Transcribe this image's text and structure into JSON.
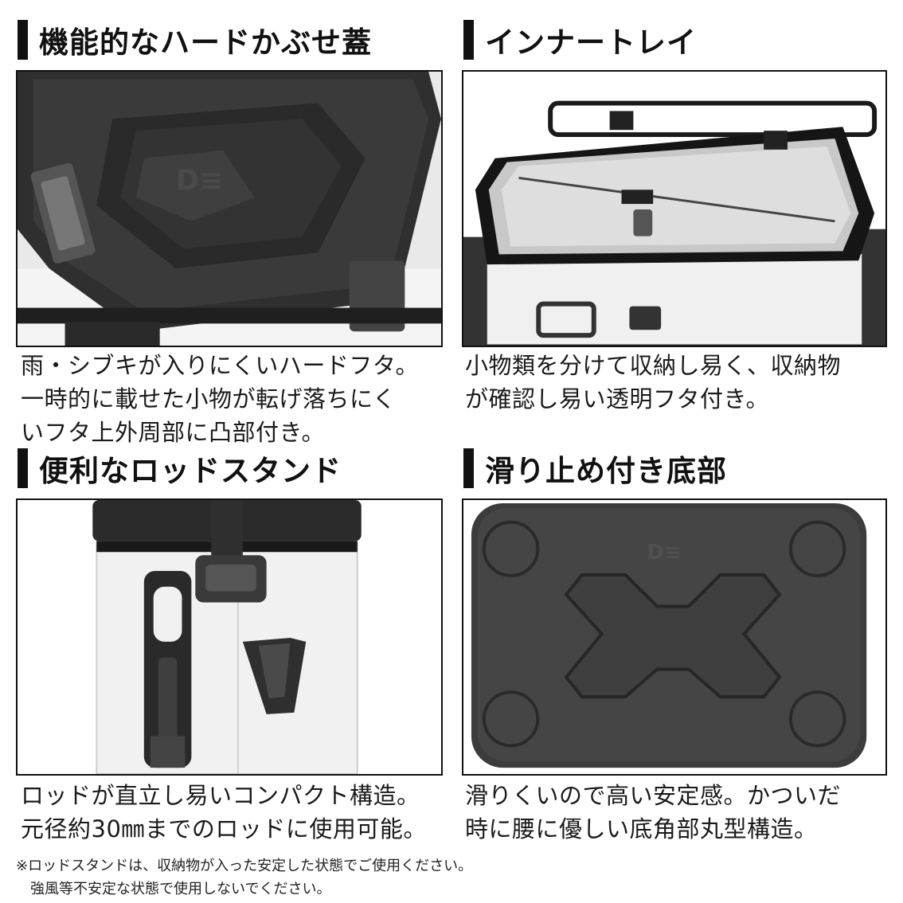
{
  "panels": [
    {
      "heading": "機能的なハードかぶせ蓋",
      "caption": "雨・シブキが入りにくいハードフタ。\n一時的に載せた小物が転げ落ちにく\nいフタ上外周部に凸部付き。"
    },
    {
      "heading": "インナートレイ",
      "caption": "小物類を分けて収納し易く、収納物\nが確認し易い透明フタ付き。"
    },
    {
      "heading": "便利なロッドスタンド",
      "caption": "ロッドが直立し易いコンパクト構造。\n元径約30㎜までのロッドに使用可能。"
    },
    {
      "heading": "滑り止め付き底部",
      "caption": "滑りくいので高い安定感。かついだ\n時に腰に優しい底角部丸型構造。"
    }
  ],
  "footnote": "※ロッドスタンドは、収納物が入った安定した状態でご使用ください。\n　強風等不安定な状態で使用しないでください。"
}
